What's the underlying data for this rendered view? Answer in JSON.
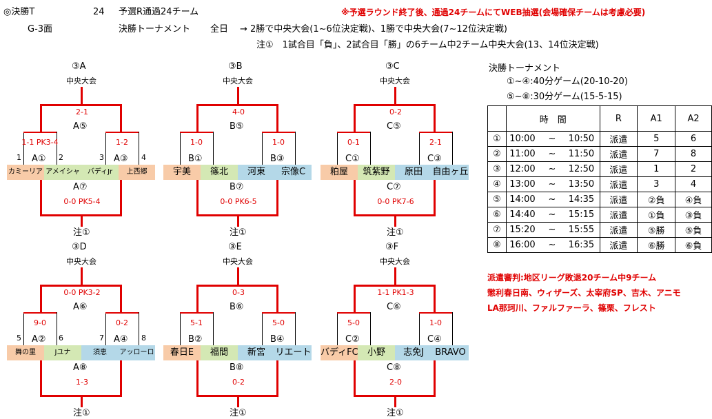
{
  "header": {
    "title": "◎決勝T",
    "count": "24",
    "desc": "予選R通過24チーム",
    "notice": "※予選ラウンド終了後、通過24チームにてWEB抽選(会場確保チームは考慮必要)",
    "venue": "G-3面",
    "tournament": "決勝トーナメント",
    "all_day": "全日",
    "rule1": "→ 2勝で中央大会(1~6位決定戦)、1勝で中央大会(7~12位決定戦)",
    "rule2": "注①　1試合目「負」、2試合目「勝」の6チーム中2チーム中央大会(13、14位決定戦)"
  },
  "brackets": [
    {
      "id": "③A",
      "central": "中央大会",
      "final_score": "2-1",
      "final_match": "A⑤",
      "left_score": "1-1 PK3-4",
      "left_match": "A①",
      "right_score": "1-2",
      "right_match": "A③",
      "seeds": [
        "1",
        "2",
        "3",
        "4"
      ],
      "teams": [
        "カミーリア",
        "アメイシャ",
        "バディJr",
        "上西郷"
      ],
      "loser_match": "A⑦",
      "loser_score": "0-0 PK5-4",
      "bottom_note": "注①"
    },
    {
      "id": "③B",
      "central": "中央大会",
      "final_score": "4-0",
      "final_match": "B⑤",
      "left_score": "1-0",
      "left_match": "B①",
      "right_score": "1-0",
      "right_match": "B③",
      "seeds": [
        "",
        "",
        "",
        ""
      ],
      "teams": [
        "宇美",
        "篠北",
        "河東",
        "宗像C"
      ],
      "loser_match": "B⑦",
      "loser_score": "0-0 PK6-5",
      "bottom_note": "注①"
    },
    {
      "id": "③C",
      "central": "中央大会",
      "final_score": "0-2",
      "final_match": "C⑤",
      "left_score": "0-1",
      "left_match": "C①",
      "right_score": "2-1",
      "right_match": "C③",
      "seeds": [
        "",
        "",
        "",
        ""
      ],
      "teams": [
        "粕屋",
        "筑紫野",
        "原田",
        "自由ヶ丘"
      ],
      "loser_match": "C⑦",
      "loser_score": "0-0 PK7-6",
      "bottom_note": "注①"
    },
    {
      "id": "③D",
      "central": "中央大会",
      "final_score": "0-0 PK3-2",
      "final_match": "A⑥",
      "left_score": "9-0",
      "left_match": "A②",
      "right_score": "0-2",
      "right_match": "A④",
      "seeds": [
        "5",
        "6",
        "7",
        "8"
      ],
      "teams": [
        "舞の里",
        "Jユナ",
        "須恵",
        "アッローロ"
      ],
      "loser_match": "A⑧",
      "loser_score": "1-3",
      "bottom_note": "注①"
    },
    {
      "id": "③E",
      "central": "中央大会",
      "final_score": "0-3",
      "final_match": "B⑥",
      "left_score": "5-1",
      "left_match": "B②",
      "right_score": "5-0",
      "right_match": "B④",
      "seeds": [
        "",
        "",
        "",
        ""
      ],
      "teams": [
        "春日E",
        "福間",
        "新宮",
        "リエート"
      ],
      "loser_match": "B⑧",
      "loser_score": "0-2",
      "bottom_note": "注①"
    },
    {
      "id": "③F",
      "central": "中央大会",
      "final_score": "1-1 PK1-3",
      "final_match": "C⑥",
      "left_score": "5-0",
      "left_match": "C②",
      "right_score": "1-0",
      "right_match": "C④",
      "seeds": [
        "",
        "",
        "",
        ""
      ],
      "teams": [
        "バディFC",
        "小野",
        "志免J",
        "BRAVO"
      ],
      "loser_match": "C⑧",
      "loser_score": "2-0",
      "bottom_note": "注①"
    }
  ],
  "schedule": {
    "title": "決勝トーナメント",
    "rule_a": "①~④:40分ゲーム(20-10-20)",
    "rule_b": "⑤~⑧:30分ゲーム(15-5-15)",
    "headers": [
      "",
      "時　間",
      "R",
      "A1",
      "A2"
    ],
    "rows": [
      [
        "①",
        "10:00",
        "~",
        "10:50",
        "派遣",
        "5",
        "6"
      ],
      [
        "②",
        "11:00",
        "~",
        "11:50",
        "派遣",
        "7",
        "8"
      ],
      [
        "③",
        "12:00",
        "~",
        "12:50",
        "派遣",
        "1",
        "2"
      ],
      [
        "④",
        "13:00",
        "~",
        "13:50",
        "派遣",
        "3",
        "4"
      ],
      [
        "⑤",
        "14:00",
        "~",
        "14:35",
        "派遣",
        "②負",
        "④負"
      ],
      [
        "⑥",
        "14:40",
        "~",
        "15:15",
        "派遣",
        "①負",
        "③負"
      ],
      [
        "⑦",
        "15:20",
        "~",
        "15:55",
        "派遣",
        "⑤勝",
        "⑤負"
      ],
      [
        "⑧",
        "16:00",
        "~",
        "16:35",
        "派遣",
        "⑥勝",
        "⑥負"
      ]
    ]
  },
  "referee": {
    "line1": "派遣審判:地区リーグ敗退20チーム中9チーム",
    "line2": "懲利春日南、ウィザーズ、太宰府SP、吉木、アニモ",
    "line3": "LA那珂川、ファルファーラ、篠栗、フレスト"
  }
}
